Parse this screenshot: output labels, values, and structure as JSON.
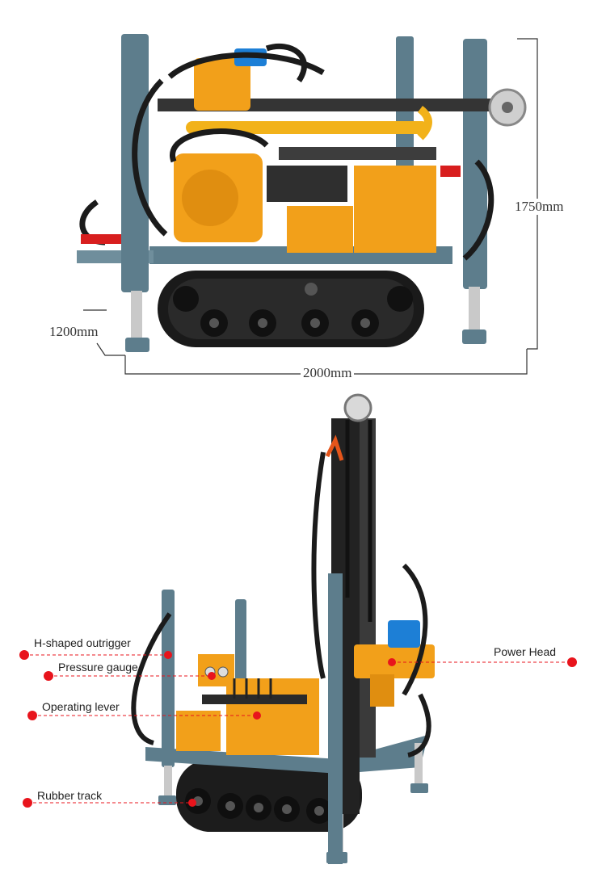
{
  "dimensions": {
    "height": "1750mm",
    "width": "1200mm",
    "length": "2000mm"
  },
  "callouts": {
    "outrigger": "H-shaped outrigger",
    "pressure_gauge": "Pressure gauge",
    "operating_lever": "Operating lever",
    "rubber_track": "Rubber track",
    "power_head": "Power Head"
  },
  "colors": {
    "machine_orange": "#f2a01a",
    "frame_steel": "#5d7d8c",
    "hose_black": "#1b1b1b",
    "callout_dot": "#e8141c",
    "dimension_line": "#333333"
  }
}
